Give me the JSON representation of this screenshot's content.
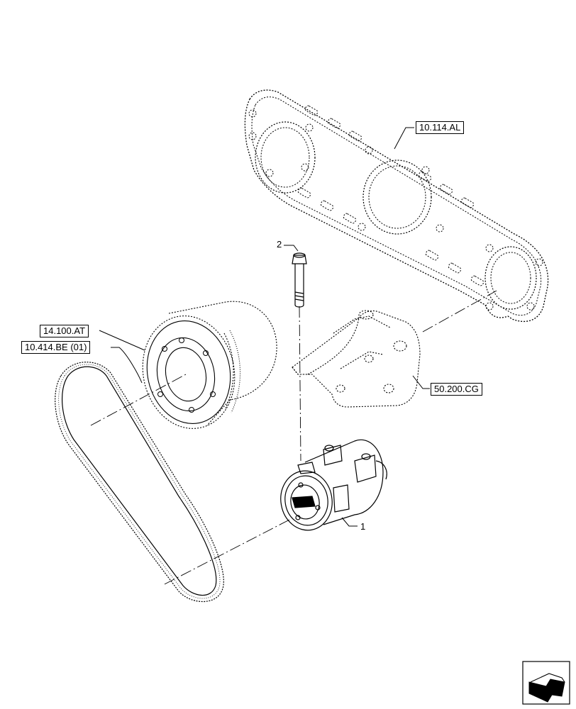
{
  "diagram": {
    "references": {
      "gasket_ref": "10.114.AL",
      "pulley_ref": "14.100.AT",
      "belt_ref": "10.414.BE (01)",
      "bracket_ref": "50.200.CG"
    },
    "callouts": {
      "compressor": "1",
      "bolt": "2"
    },
    "nav_icon": "previous-page-arrow-icon"
  }
}
